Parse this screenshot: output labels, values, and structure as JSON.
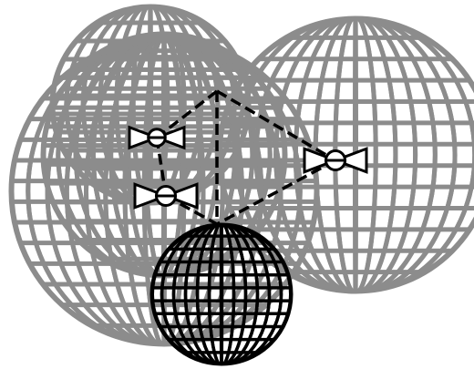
{
  "colors": {
    "background": "#ffffff",
    "gray_sphere": "#8c8c8c",
    "black_sphere": "#000000",
    "link": "#000000",
    "valve": "#000000"
  },
  "diagram": {
    "gray_spheres": [
      {
        "id": "gray-sphere-top-left"
      },
      {
        "id": "gray-sphere-right"
      },
      {
        "id": "gray-sphere-middle"
      },
      {
        "id": "gray-sphere-lower-left"
      }
    ],
    "black_sphere": {
      "id": "black-sphere-bottom"
    },
    "hub_node": {
      "id": "hub-node"
    },
    "valves": [
      {
        "id": "valve-upper-left"
      },
      {
        "id": "valve-lower-left"
      },
      {
        "id": "valve-right"
      }
    ],
    "dashed_links": [
      {
        "from": "hub-node",
        "to": "valve-upper-left"
      },
      {
        "from": "hub-node",
        "to": "valve-right"
      },
      {
        "from": "valve-upper-left",
        "to": "valve-lower-left"
      },
      {
        "from": "valve-lower-left",
        "to": "black-sphere-bottom"
      },
      {
        "from": "valve-right",
        "to": "black-sphere-bottom"
      },
      {
        "from": "hub-node",
        "to": "black-sphere-bottom"
      }
    ]
  }
}
